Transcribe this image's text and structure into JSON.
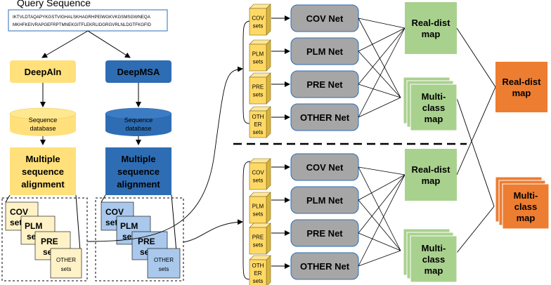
{
  "query": {
    "title": "Query Sequence",
    "seq_line1": "IKTVLDTAQAPYKGSTVIGHALSKHAGRHPEIWGKVKGSMSGWNEQA",
    "seq_line2": "MKHFKEIVRAPGEFRPTMNEKGITFLEKRLIDGRGVRLNLDGTFKGFID"
  },
  "left_pipeline": {
    "tool": "DeepAln",
    "database": [
      "Sequence",
      "database"
    ],
    "msa": [
      "Multiple",
      "sequence",
      "alignment"
    ],
    "stack": [
      {
        "lines": [
          "COV",
          "sets"
        ]
      },
      {
        "lines": [
          "PLM",
          "sets"
        ]
      },
      {
        "lines": [
          "PRE",
          "sets"
        ]
      },
      {
        "lines": [
          "OTHER",
          "sets"
        ]
      }
    ]
  },
  "right_pipeline": {
    "tool": "DeepMSA",
    "database": [
      "Sequence",
      "database"
    ],
    "msa": [
      "Multiple",
      "sequence",
      "alignment"
    ],
    "stack": [
      {
        "lines": [
          "COV",
          "sets"
        ]
      },
      {
        "lines": [
          "PLM",
          "sets"
        ]
      },
      {
        "lines": [
          "PRE",
          "sets"
        ]
      },
      {
        "lines": [
          "OTHER",
          "sets"
        ]
      }
    ]
  },
  "feature_cubes_top": [
    {
      "lines": [
        "COV",
        "sets"
      ]
    },
    {
      "lines": [
        "PLM",
        "sets"
      ]
    },
    {
      "lines": [
        "PRE",
        "sets"
      ]
    },
    {
      "lines": [
        "OTH",
        "ER",
        "sets"
      ]
    }
  ],
  "feature_cubes_bottom": [
    {
      "lines": [
        "COV",
        "sets"
      ]
    },
    {
      "lines": [
        "PLM",
        "sets"
      ]
    },
    {
      "lines": [
        "PRE",
        "sets"
      ]
    },
    {
      "lines": [
        "OTH",
        "ER",
        "sets"
      ]
    }
  ],
  "nets_top": [
    "COV Net",
    "PLM Net",
    "PRE Net",
    "OTHER Net"
  ],
  "nets_bottom": [
    "COV Net",
    "PLM Net",
    "PRE Net",
    "OTHER Net"
  ],
  "maps_top": {
    "real": [
      "Real-dist",
      "map"
    ],
    "multi": [
      "Multi-",
      "class",
      "map"
    ]
  },
  "maps_bottom": {
    "real": [
      "Real-dist",
      "map"
    ],
    "multi": [
      "Multi-",
      "class",
      "map"
    ]
  },
  "final": {
    "real": [
      "Real-dist",
      "map"
    ],
    "multi": [
      "Multi-",
      "class",
      "map"
    ]
  },
  "colors": {
    "yellow": "#FFE07A",
    "light_yellow": "#FFF2C6",
    "blue": "#2E6DB4",
    "light_blue": "#A9C8EC",
    "net_gray": "#A6A6A6",
    "green": "#A9D18E",
    "orange": "#ED7D31",
    "cube": "#FFD966"
  }
}
